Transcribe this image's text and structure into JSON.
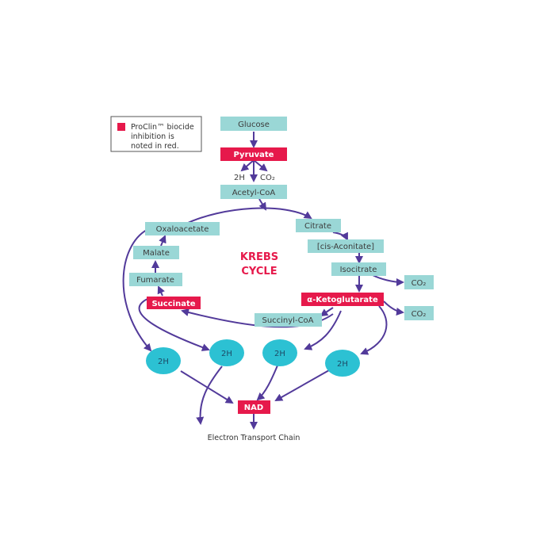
{
  "legend": {
    "line1": "ProClin™ biocide",
    "line2": "inhibition is",
    "line3": "noted in red.",
    "marker_color": "#e6194b"
  },
  "title": {
    "line1": "KREBS",
    "line2": "CYCLE"
  },
  "nodes": {
    "glucose": "Glucose",
    "pyruvate": "Pyruvate",
    "h_pyruvate": "2H",
    "co2_pyruvate": "CO₂",
    "acetyl_coa": "Acetyl-CoA",
    "citrate": "Citrate",
    "cis_aconitate": "[cis-Aconitate]",
    "isocitrate": "Isocitrate",
    "co2_isocitrate": "CO₂",
    "alpha_ketoglutarate": "α-Ketoglutarate",
    "co2_ketoglutarate": "CO₂",
    "succinyl_coa": "Succinyl-CoA",
    "succinate": "Succinate",
    "fumarate": "Fumarate",
    "malate": "Malate",
    "oxaloacetate": "Oxaloacetate",
    "h1": "2H",
    "h2": "2H",
    "h3": "2H",
    "h4": "2H",
    "nad": "NAD",
    "etc": "Electron Transport Chain"
  },
  "colors": {
    "teal": "#9ad7d6",
    "red": "#e6194b",
    "arrow": "#523a9a",
    "ellipse": "#2cc1d3"
  }
}
